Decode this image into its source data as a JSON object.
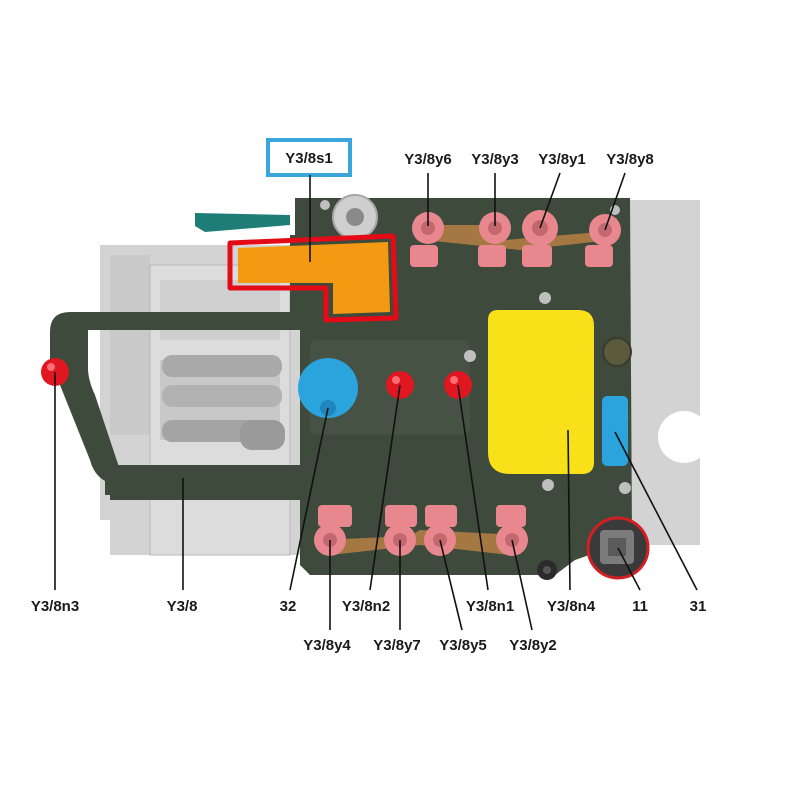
{
  "colors": {
    "board": "#3e4a3c",
    "plate": "#d3d3d3",
    "pink_solenoid": "#e9878f",
    "copper": "#a57843",
    "red_sensor": "#e01620",
    "blue_part": "#2ba4de",
    "yellow_module": "#f8e118",
    "orange_sensor": "#f39a12",
    "highlight_red": "#e30b17",
    "highlight_blue": "#3aa6db",
    "teal_tab": "#1f7d78"
  },
  "labels": {
    "y38s1": "Y3/8s1",
    "y38y6": "Y3/8y6",
    "y38y3": "Y3/8y3",
    "y38y1": "Y3/8y1",
    "y38y8": "Y3/8y8",
    "y38n3": "Y3/8n3",
    "y38": "Y3/8",
    "n32": "32",
    "y38n2": "Y3/8n2",
    "y38n1": "Y3/8n1",
    "y38n4": "Y3/8n4",
    "n11": "11",
    "n31": "31",
    "y38y4": "Y3/8y4",
    "y38y7": "Y3/8y7",
    "y38y5": "Y3/8y5",
    "y38y2": "Y3/8y2"
  },
  "icons": {
    "solenoid": "solenoid-valve-icon",
    "speed_sensor": "speed-sensor-icon",
    "connector": "connector-socket-icon"
  }
}
